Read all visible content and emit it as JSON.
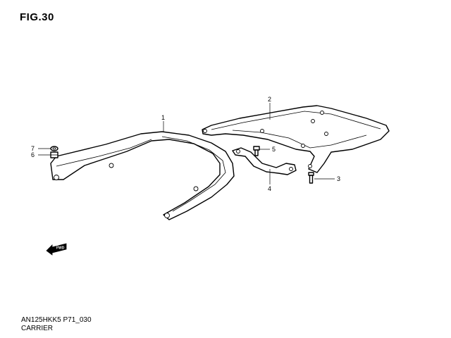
{
  "figure": {
    "title": "FIG.30"
  },
  "footer": {
    "code": "AN125HKK5 P71_030",
    "name": "CARRIER"
  },
  "callouts": [
    {
      "id": "1",
      "label": "1"
    },
    {
      "id": "2",
      "label": "2"
    },
    {
      "id": "3",
      "label": "3"
    },
    {
      "id": "4",
      "label": "4"
    },
    {
      "id": "5",
      "label": "5"
    },
    {
      "id": "6",
      "label": "6"
    },
    {
      "id": "7",
      "label": "7"
    }
  ],
  "fwd_arrow": {
    "label": "FWD"
  }
}
